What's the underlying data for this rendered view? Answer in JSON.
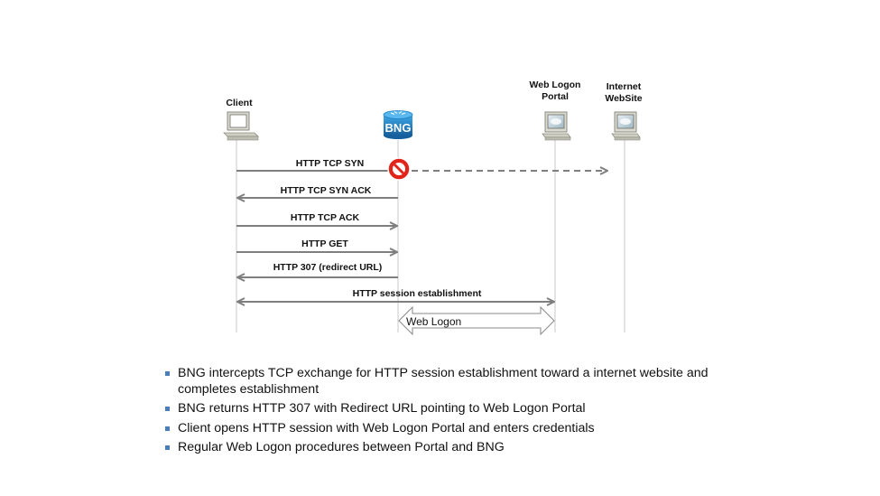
{
  "nodes": {
    "client": {
      "label": "Client",
      "icon": "pc-icon"
    },
    "bng": {
      "label": "BNG",
      "icon": "bng-router-icon"
    },
    "portal": {
      "label_lines": [
        "Web Logon",
        "Portal"
      ],
      "icon": "server-icon"
    },
    "internet": {
      "label_lines": [
        "Internet",
        "WebSite"
      ],
      "icon": "server-icon"
    }
  },
  "messages": [
    {
      "label": "HTTP TCP SYN",
      "from": "client",
      "to": "bng",
      "style": "solid",
      "blocked": true
    },
    {
      "label": "HTTP TCP SYN ACK",
      "from": "bng",
      "to": "client",
      "style": "solid"
    },
    {
      "label": "HTTP TCP ACK",
      "from": "client",
      "to": "bng",
      "style": "solid"
    },
    {
      "label": "HTTP GET",
      "from": "client",
      "to": "bng",
      "style": "solid"
    },
    {
      "label": "HTTP 307 (redirect URL)",
      "from": "bng",
      "to": "client",
      "style": "solid"
    },
    {
      "label": "HTTP session establishment",
      "from": "client",
      "to": "portal",
      "style": "bidirectional"
    }
  ],
  "web_logon": {
    "label": "Web Logon",
    "between": [
      "bng",
      "portal"
    ]
  },
  "bullets": [
    "BNG intercepts TCP exchange for HTTP session establishment toward a internet website and completes establishment",
    "BNG returns HTTP 307 with Redirect URL pointing to Web Logon Portal",
    "Client opens HTTP session with Web Logon Portal and enters credentials",
    "Regular Web Logon procedures between Portal and BNG"
  ],
  "colors": {
    "arrow": "#7f7f7f",
    "lifeline": "#c8c8c8",
    "bullet": "#4a7ebb",
    "block_sign": "#e2231a",
    "bng_blue": "#1f7fc3"
  }
}
